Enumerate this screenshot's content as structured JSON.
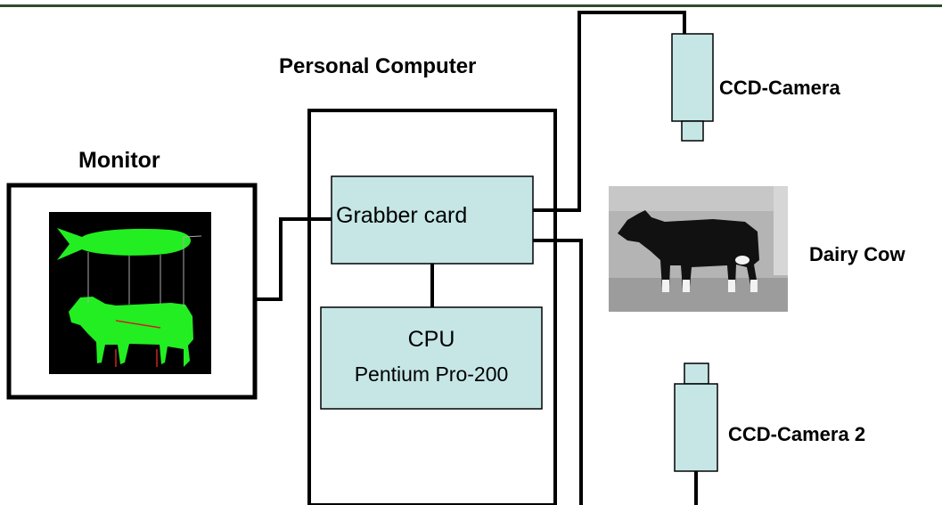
{
  "labels": {
    "personal_computer": "Personal Computer",
    "monitor": "Monitor",
    "grabber_card": "Grabber card",
    "cpu": "CPU",
    "cpu_model": "Pentium Pro-200",
    "ccd_camera": "CCD-Camera",
    "ccd_camera_2": "CCD-Camera 2",
    "dairy_cow": "Dairy Cow"
  },
  "colors": {
    "box_fill": "#c6e6e6",
    "screen_bg": "#000000",
    "silhouette": "#22ee22",
    "header_rule": "#2e4a2e",
    "cow_photo_bg": "#b4b4b4",
    "cow_body": "#111111"
  }
}
